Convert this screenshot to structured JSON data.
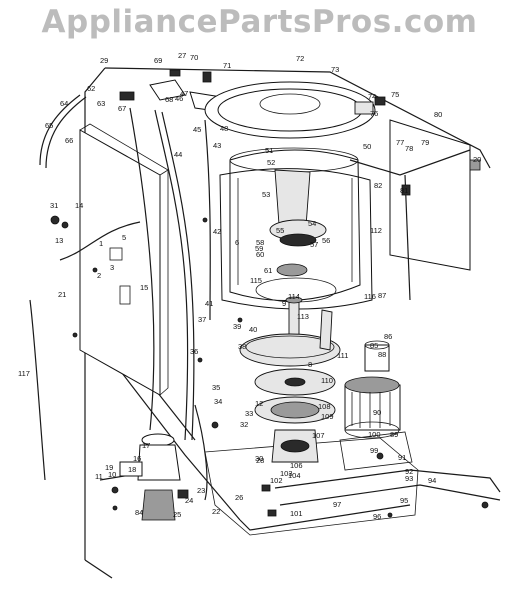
{
  "watermark": "AppliancePartsPros.com",
  "part_labels": [
    "1",
    "2",
    "3",
    "5",
    "6",
    "8",
    "9",
    "10",
    "11",
    "12",
    "13",
    "14",
    "15",
    "16",
    "17",
    "18",
    "19",
    "20",
    "21",
    "22",
    "23",
    "24",
    "25",
    "26",
    "27",
    "28",
    "29",
    "30",
    "31",
    "32",
    "33",
    "34",
    "35",
    "36",
    "37",
    "38",
    "39",
    "40",
    "41",
    "42",
    "43",
    "44",
    "45",
    "46",
    "47",
    "48",
    "50",
    "51",
    "52",
    "53",
    "54",
    "55",
    "56",
    "57",
    "58",
    "59",
    "60",
    "61",
    "62",
    "63",
    "64",
    "65",
    "66",
    "67",
    "68",
    "69",
    "70",
    "71",
    "72",
    "73",
    "74",
    "75",
    "76",
    "77",
    "78",
    "79",
    "80",
    "81",
    "82",
    "84",
    "85",
    "86",
    "87",
    "88",
    "89",
    "90",
    "91",
    "92",
    "93",
    "94",
    "95",
    "96",
    "97",
    "99",
    "100",
    "101",
    "102",
    "103",
    "104",
    "106",
    "107",
    "108",
    "109",
    "110",
    "111",
    "112",
    "113",
    "114",
    "115",
    "116",
    "117"
  ]
}
